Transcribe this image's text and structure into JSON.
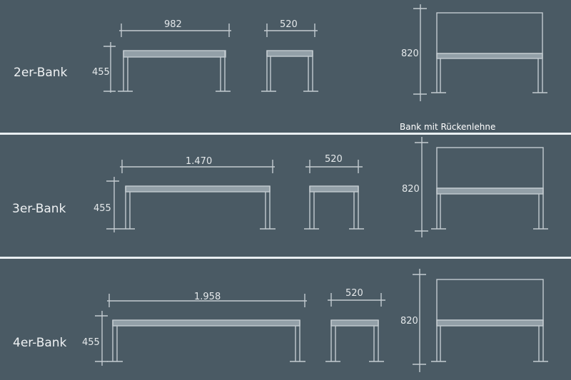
{
  "rows": [
    {
      "label": "2er-Bank",
      "length": "982",
      "depth": "520",
      "height": "455",
      "back_height": "820"
    },
    {
      "label": "3er-Bank",
      "length": "1.470",
      "depth": "520",
      "height": "455",
      "back_height": "820"
    },
    {
      "label": "4er-Bank",
      "length": "1.958",
      "depth": "520",
      "height": "455",
      "back_height": "820"
    }
  ],
  "backrest_caption": "Bank mit Rückenlehne",
  "colors": {
    "background": "#4a5a64",
    "line": "#c3cbd0",
    "seat_fill": "#93a0a8",
    "separator": "#e9eef1"
  }
}
